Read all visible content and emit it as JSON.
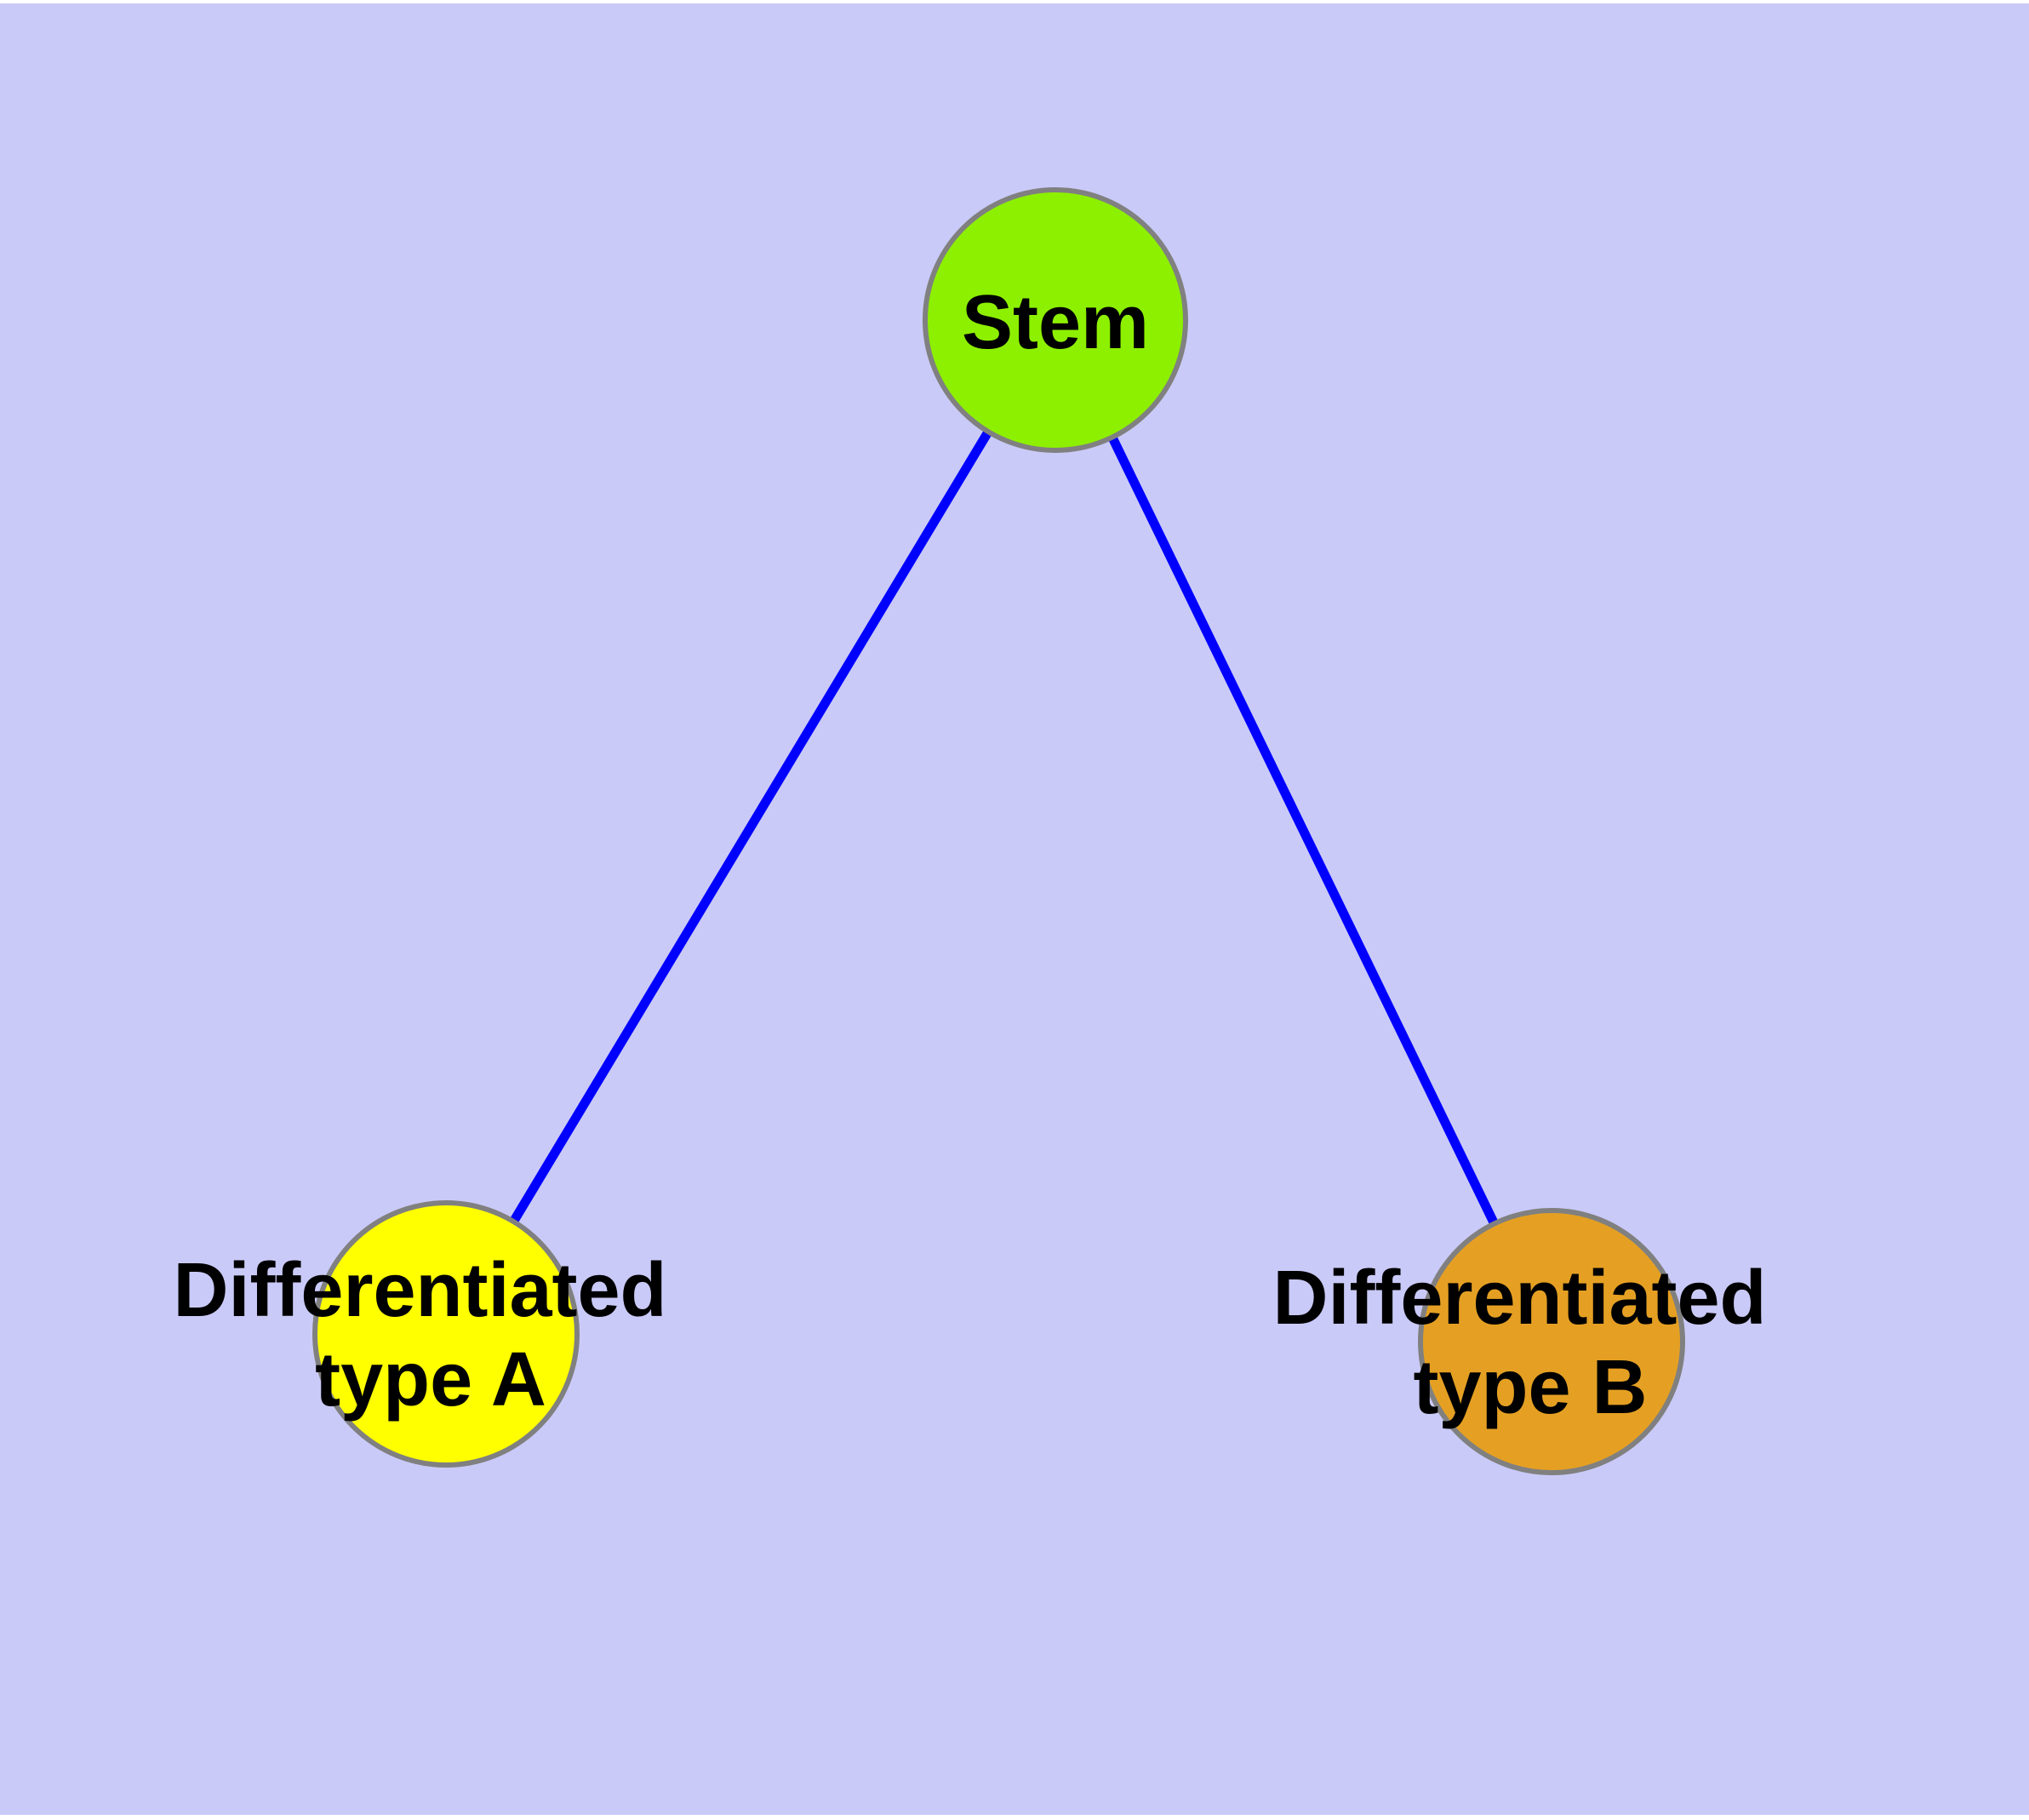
{
  "figure": {
    "background_color": "#CACAF8",
    "edge_color": "#0000FF",
    "node_border_color": "#808080",
    "label_color": "#000000"
  },
  "nodes": {
    "stem": {
      "label": "Stem",
      "color": "#8DF000"
    },
    "type_a": {
      "label": "Differentiated type A",
      "lines": [
        "Differentiated",
        "type A"
      ],
      "color": "#FFFF00"
    },
    "type_b": {
      "label": "Differentiated type B",
      "lines": [
        "Differentiated",
        "type B"
      ],
      "color": "#E5A023"
    }
  },
  "edges": [
    {
      "from": "Stem",
      "to": "Differentiated type A"
    },
    {
      "from": "Stem",
      "to": "Differentiated type B"
    }
  ]
}
